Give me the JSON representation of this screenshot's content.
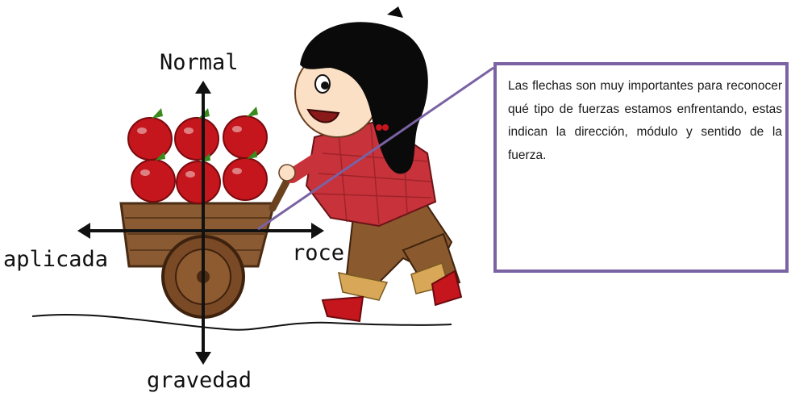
{
  "forces": {
    "normal": "Normal",
    "applied": "aplicada",
    "friction": "roce",
    "gravity": "gravedad"
  },
  "callout": {
    "text": "Las flechas son muy importantes para reconocer qué tipo de fuerzas estamos enfrentando, estas indican la dirección, módulo y sentido de la fuerza."
  },
  "colors": {
    "arrow": "#111111",
    "callout_border": "#7a62a3",
    "apple": "#c4161c",
    "cart": "#8a5a32",
    "shirt": "#c8323a",
    "pants": "#8a5a2e",
    "hair": "#0a0a0a"
  }
}
